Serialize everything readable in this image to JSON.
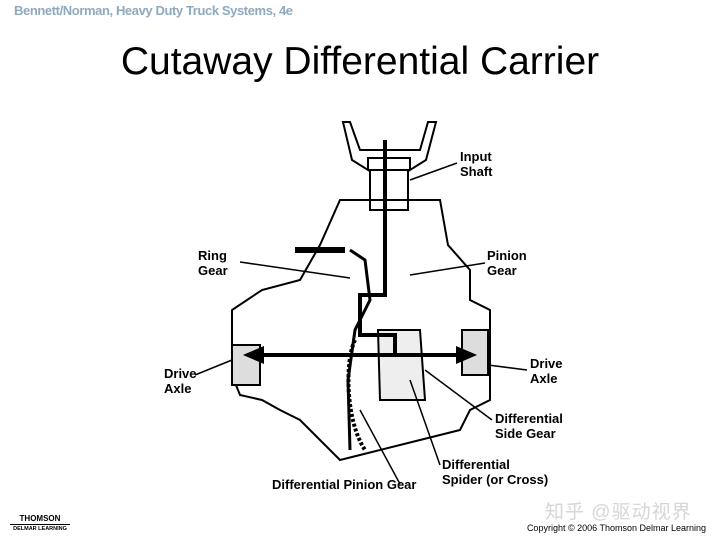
{
  "header": {
    "source": "Bennett/Norman, Heavy Duty Truck Systems, 4e"
  },
  "title": "Cutaway Differential Carrier",
  "labels": {
    "input_shaft": [
      "Input",
      "Shaft"
    ],
    "ring_gear": [
      "Ring",
      "Gear"
    ],
    "pinion_gear": [
      "Pinion",
      "Gear"
    ],
    "drive_axle_left": [
      "Drive",
      "Axle"
    ],
    "drive_axle_right": [
      "Drive",
      "Axle"
    ],
    "side_gear": [
      "Differential",
      "Side Gear"
    ],
    "spider": [
      "Differential",
      "Spider (or Cross)"
    ],
    "diff_pinion": "Differential Pinion Gear"
  },
  "footer": {
    "logo_top": "THOMSON",
    "logo_bottom": "DELMAR LEARNING",
    "copyright": "Copyright © 2006 Thomson Delmar Learning",
    "watermark": "知乎 @驱动视界"
  }
}
